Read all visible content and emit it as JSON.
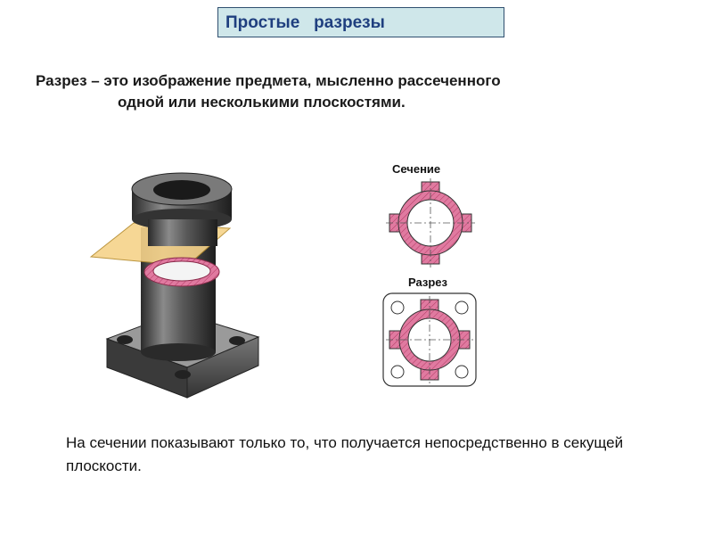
{
  "slide": {
    "title": "Простые   разрезы",
    "definition_line1": "Разрез – это изображение предмета, мысленно рассеченного",
    "definition_line2": "одной или несколькими плоскостями.",
    "section_label": "Сечение",
    "cut_label": "Разрез",
    "note": "На сечении показывают только то, что получается непосредственно в секущей плоскости."
  },
  "colors": {
    "title_bg": "#cfe7ea",
    "title_text": "#1f3f7f",
    "hatch_fill": "#e07aa0",
    "plane_fill": "#f6d38a"
  }
}
